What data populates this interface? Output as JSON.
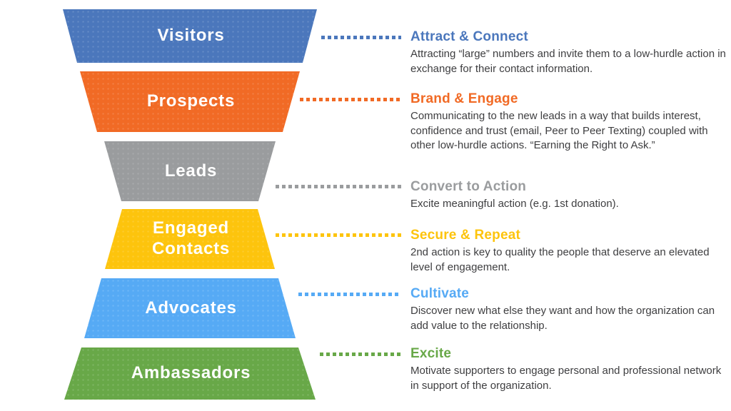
{
  "page": {
    "background": "#FFFFFF",
    "description_color": "#3E3E40"
  },
  "funnel": {
    "stages": [
      {
        "label": "Visitors",
        "heading": "Attract & Connect",
        "description": "Attracting “large” numbers and invite them to a low-hurdle action in exchange for their contact information.",
        "color": "#4B77BC"
      },
      {
        "label": "Prospects",
        "heading": "Brand & Engage",
        "description": "Communicating to the new leads in a way that builds interest, confidence and trust (email, Peer to Peer Texting) coupled with other low-hurdle actions. “Earning the Right to Ask.”",
        "color": "#F16A25"
      },
      {
        "label": "Leads",
        "heading": "Convert to Action",
        "description": "Excite meaningful action (e.g. 1st donation).",
        "color": "#9A9C9E"
      },
      {
        "label": "Engaged Contacts",
        "heading": "Secure & Repeat",
        "description": "2nd action is key to quality the people that deserve an elevated level of engagement.",
        "color": "#FDC40D"
      },
      {
        "label": "Advocates",
        "heading": "Cultivate",
        "description": "Discover new what else they want and how the organization can add value to the relationship.",
        "color": "#56AAF5"
      },
      {
        "label": "Ambassadors",
        "heading": "Excite",
        "description": "Motivate supporters to engage personal and professional network in support of the organization.",
        "color": "#68A848"
      }
    ]
  }
}
